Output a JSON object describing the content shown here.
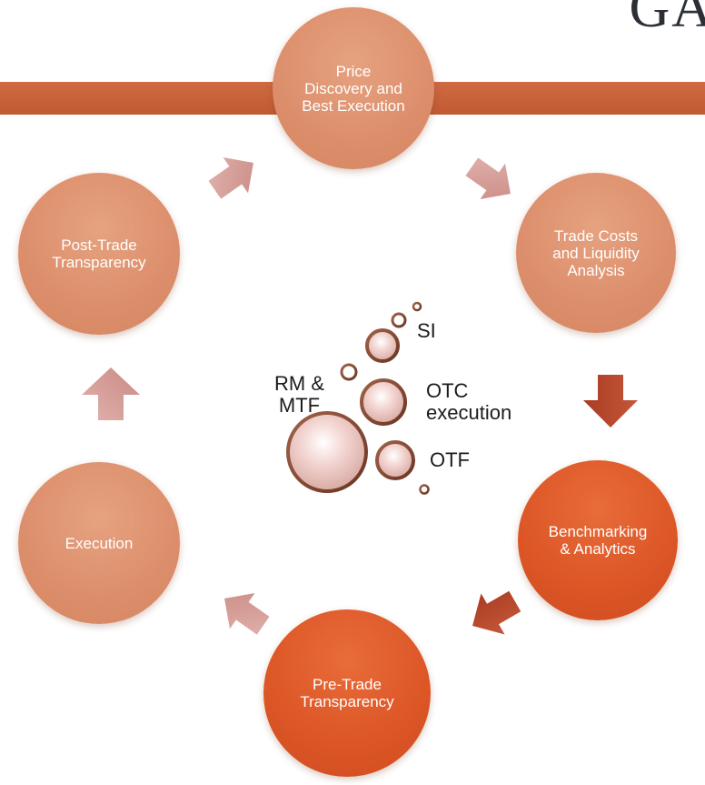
{
  "logo_text": "GA",
  "cycle": {
    "price_discovery": "Price\nDiscovery and\nBest Execution",
    "trade_costs": "Trade Costs\nand Liquidity\nAnalysis",
    "benchmarking": "Benchmarking\n& Analytics",
    "pre_trade": "Pre-Trade\nTransparency",
    "execution": "Execution",
    "post_trade": "Post-Trade\nTransparency"
  },
  "venues": {
    "si": "SI",
    "rm_mtf": "RM &\nMTF",
    "otc": "OTC\nexecution",
    "otf": "OTF"
  },
  "colors": {
    "light_node": "#dc8e6c",
    "dark_node": "#dd5727",
    "band": "#c8633c",
    "light_arrow": "#d9a39e",
    "dark_arrow": "#b9472a"
  }
}
